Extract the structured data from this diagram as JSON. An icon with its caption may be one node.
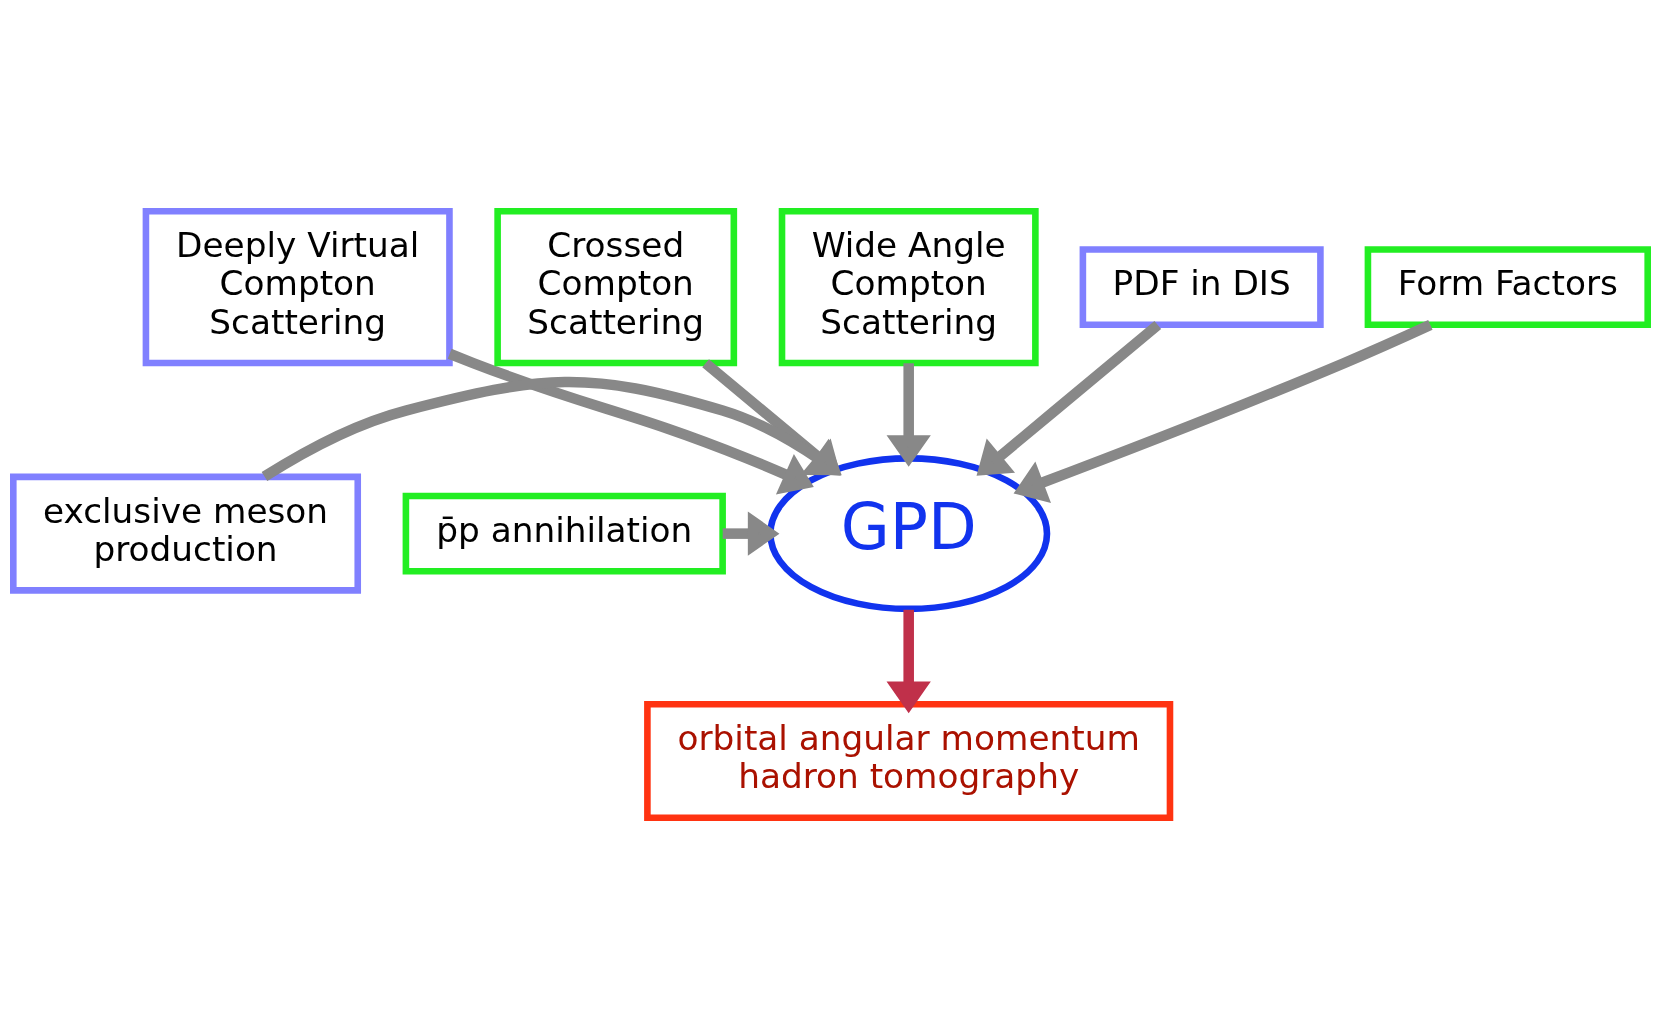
{
  "diagram": {
    "nodes": [
      {
        "text": [
          "Deeply Virtual Compton Scattering"
        ]
      },
      {
        "text": [
          "Crossed Compton Scattering"
        ]
      },
      {
        "text": [
          "exclusive meson production"
        ]
      },
      {
        "text": [
          "GPD"
        ]
      },
      {
        "text": [
          "Wide Angle Compton Scattering"
        ]
      },
      {
        "text": [
          "p̄p annihilation"
        ]
      },
      {
        "text": [
          "PDF in DIS"
        ]
      },
      {
        "text": [
          "Form Factors"
        ]
      },
      {
        "text": [
          "orbital angular momentum hadron tomography"
        ]
      }
    ],
    "edges": [
      {
        "from": 0,
        "to": 3,
        "arrow": "to"
      },
      {
        "from": 1,
        "to": 3,
        "arrow": "to"
      },
      {
        "from": 2,
        "to": 3,
        "arrow": "to"
      },
      {
        "from": 4,
        "to": 3,
        "arrow": "to"
      },
      {
        "from": 5,
        "to": 3,
        "arrow": "to"
      },
      {
        "from": 6,
        "to": 3,
        "arrow": "to"
      },
      {
        "from": 7,
        "to": 3,
        "arrow": "to"
      },
      {
        "from": 3,
        "to": 8,
        "arrow": "to",
        "color": "#c0304a"
      }
    ]
  }
}
